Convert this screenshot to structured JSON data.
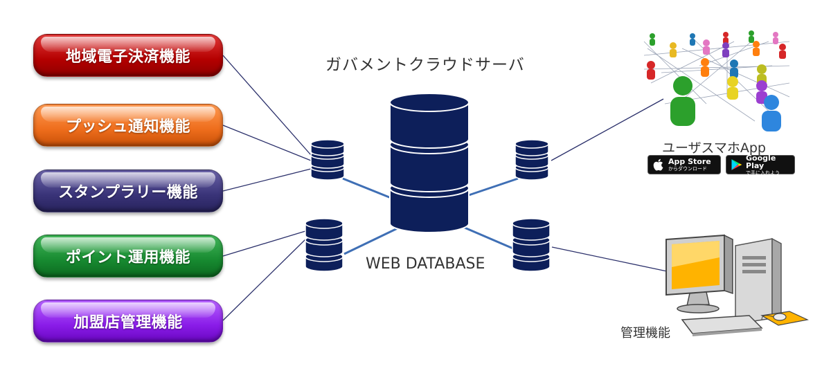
{
  "features": [
    {
      "label": "地域電子決済機能",
      "color": "#b40000"
    },
    {
      "label": "プッシュ通知機能",
      "color": "#ee6d1c"
    },
    {
      "label": "スタンプラリー機能",
      "color": "#393378"
    },
    {
      "label": "ポイント運用機能",
      "color": "#178a30"
    },
    {
      "label": "加盟店管理機能",
      "color": "#8a1ce8"
    }
  ],
  "server_label": "ガバメントクラウドサーバ",
  "database_label": "WEB DATABASE",
  "app": {
    "label": "ユーザスマホApp",
    "stores": [
      {
        "main": "App Store",
        "sub": "からダウンロード",
        "icon": "apple-icon"
      },
      {
        "main": "Google Play",
        "sub": "で手に入れよう",
        "icon": "play-icon"
      }
    ]
  },
  "admin_label": "管理機能",
  "colors": {
    "database": "#0d1f5a",
    "link_blue": "#3f6fb5",
    "link_dark": "#2a2f6a"
  }
}
